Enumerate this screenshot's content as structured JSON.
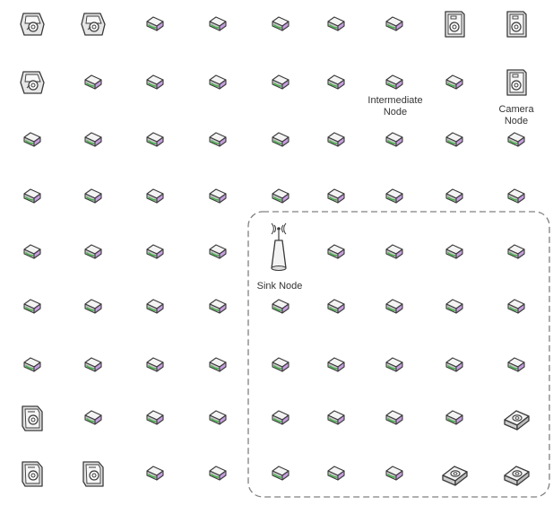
{
  "labels": {
    "intermediate_line1": "Intermediate",
    "intermediate_line2": "Node",
    "camera_line1": "Camera",
    "camera_line2": "Node",
    "sink": "Sink Node"
  },
  "grid": {
    "rows": 9,
    "cols": 9,
    "cells": [
      [
        "camera-flat",
        "camera-flat",
        "sensor",
        "sensor",
        "sensor",
        "sensor",
        "sensor",
        "camera-front",
        "camera-front"
      ],
      [
        "camera-flat",
        "sensor",
        "sensor",
        "sensor",
        "sensor",
        "sensor",
        "sensor",
        "sensor",
        "camera-front"
      ],
      [
        "sensor",
        "sensor",
        "sensor",
        "sensor",
        "sensor",
        "sensor",
        "sensor",
        "sensor",
        "sensor"
      ],
      [
        "sensor",
        "sensor",
        "sensor",
        "sensor",
        "sensor",
        "sensor",
        "sensor",
        "sensor",
        "sensor"
      ],
      [
        "sensor",
        "sensor",
        "sensor",
        "sensor",
        "sink",
        "sensor",
        "sensor",
        "sensor",
        "sensor"
      ],
      [
        "sensor",
        "sensor",
        "sensor",
        "sensor",
        "sensor",
        "sensor",
        "sensor",
        "sensor",
        "sensor"
      ],
      [
        "sensor",
        "sensor",
        "sensor",
        "sensor",
        "sensor",
        "sensor",
        "sensor",
        "sensor",
        "sensor"
      ],
      [
        "camera-side",
        "sensor",
        "sensor",
        "sensor",
        "sensor",
        "sensor",
        "sensor",
        "sensor",
        "camera-iso"
      ],
      [
        "camera-side",
        "camera-side",
        "sensor",
        "sensor",
        "sensor",
        "sensor",
        "sensor",
        "camera-iso",
        "camera-iso"
      ]
    ]
  },
  "colors": {
    "outline": "#3a3a3a",
    "top_face": "#f4f4f4",
    "side_face": "#c8c8c8",
    "accent_purple": "#c79ee0",
    "accent_green": "#4caf50",
    "region_border": "#808080"
  }
}
